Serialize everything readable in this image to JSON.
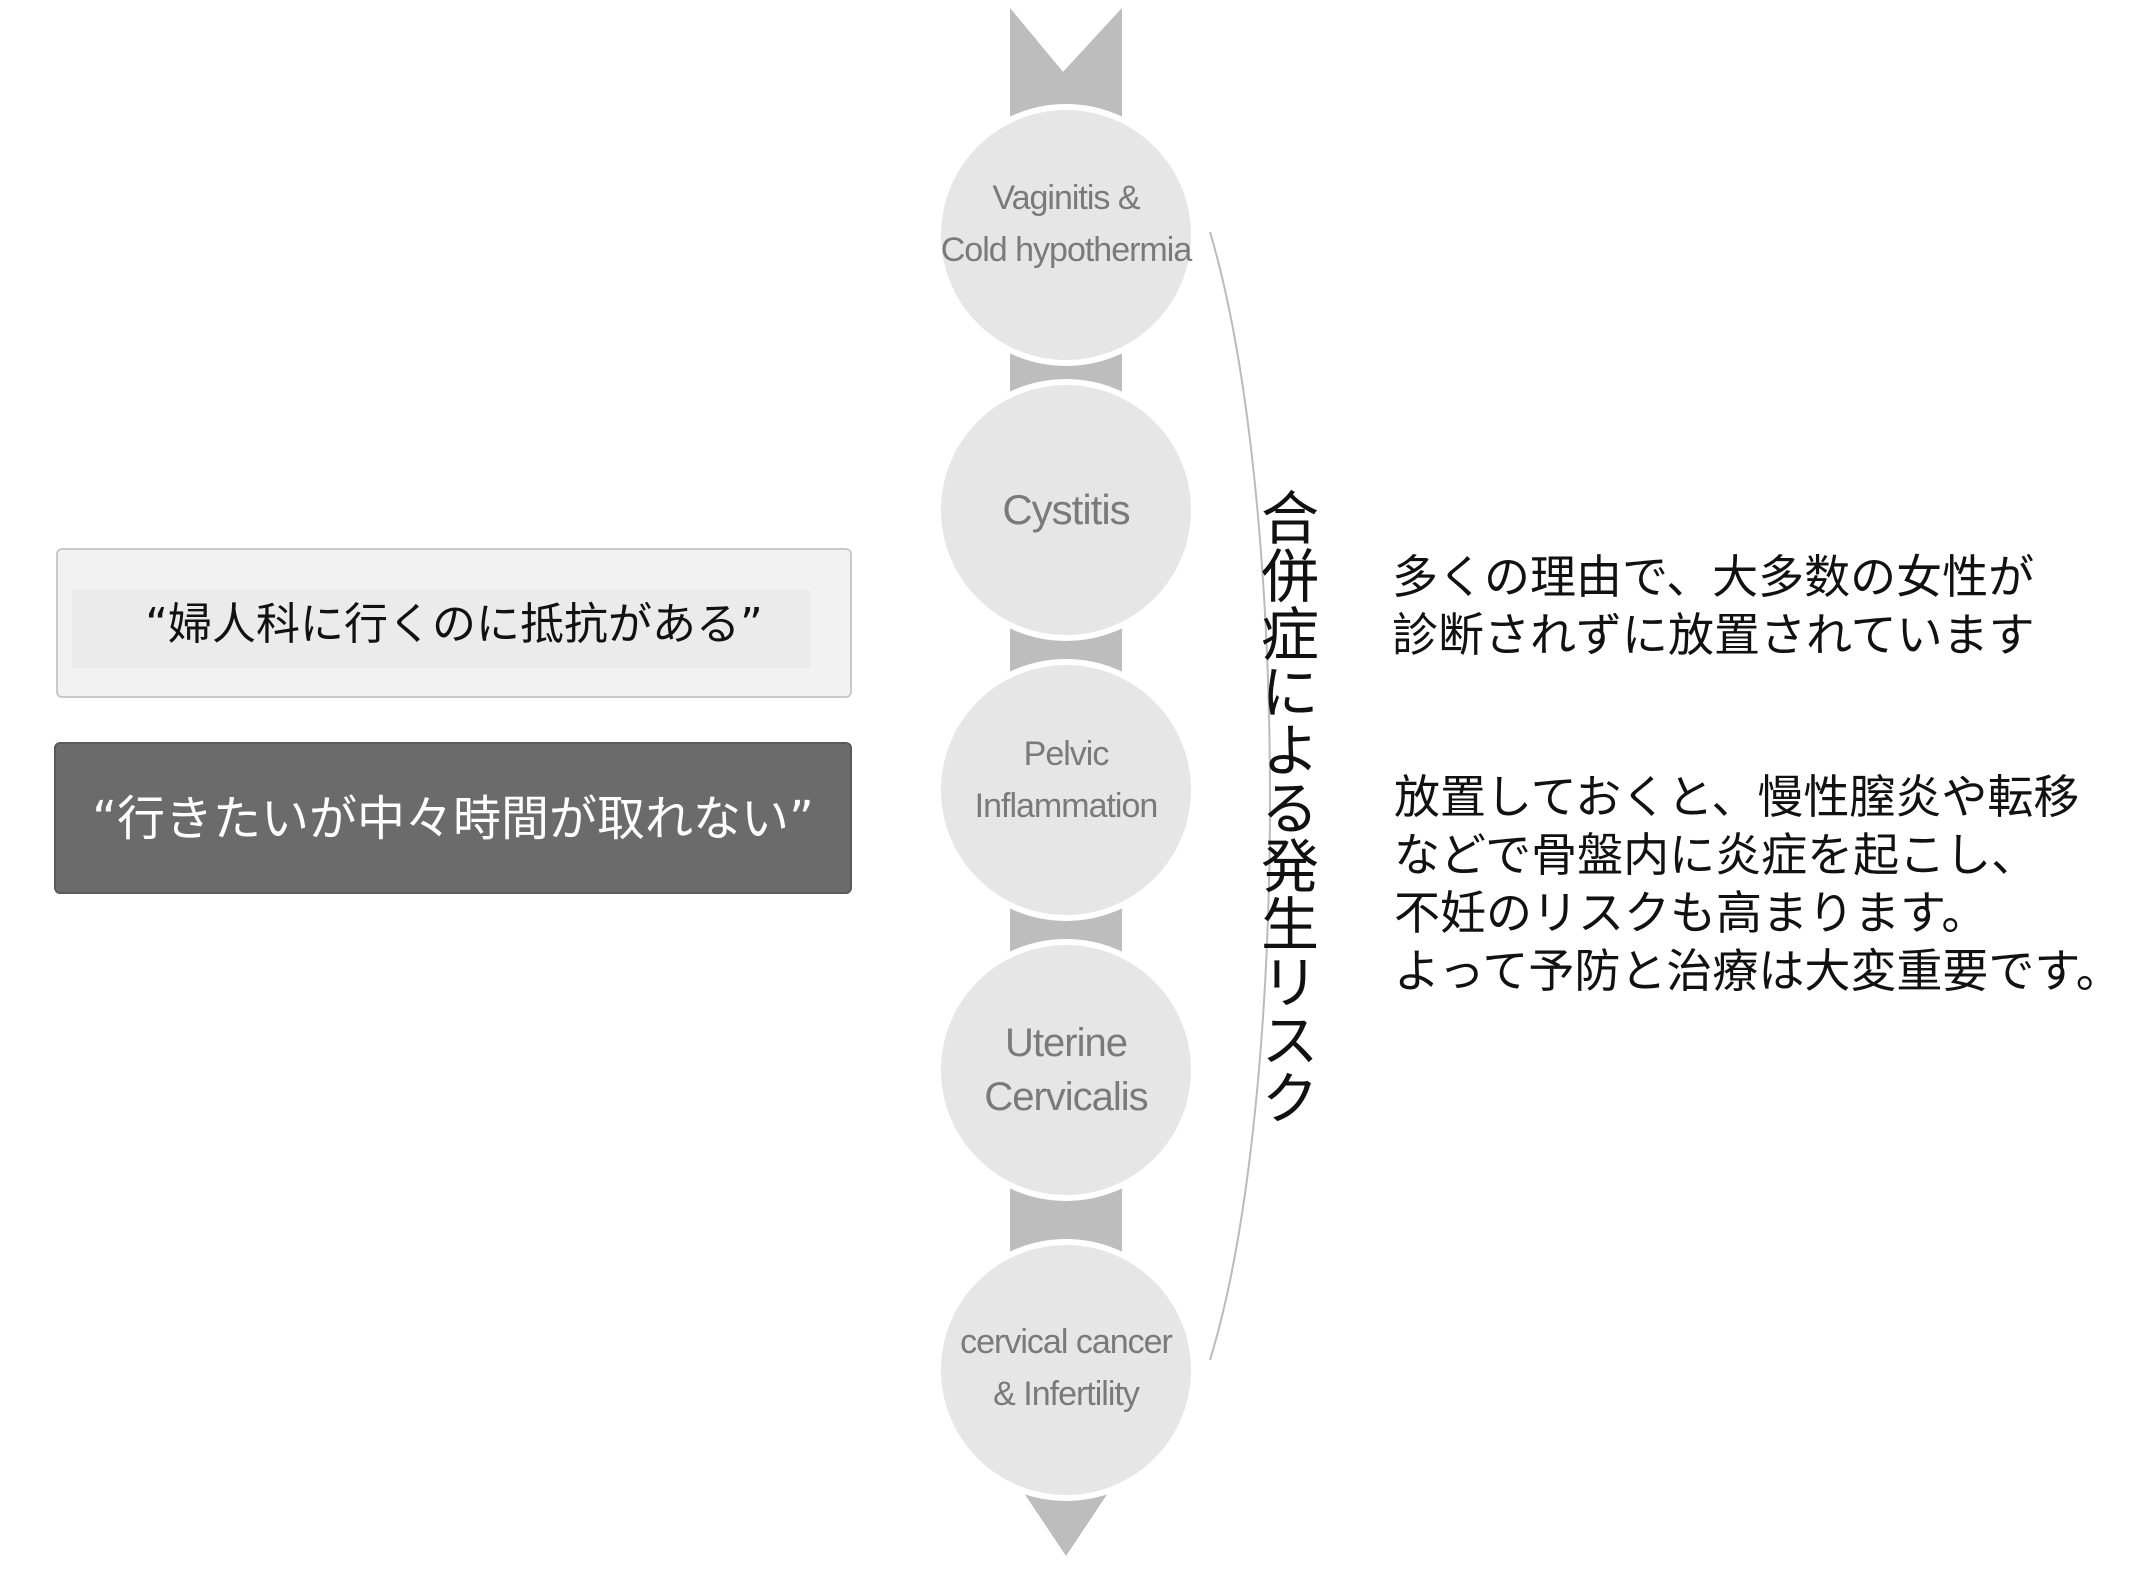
{
  "quotes": [
    {
      "text": "“婦人科に行くのに抵抗がある”",
      "style": "light"
    },
    {
      "text": "“行きたいが中々時間が取れない”",
      "style": "dark"
    }
  ],
  "stages": [
    {
      "lines": [
        "Vaginitis &",
        "Cold hypothermia"
      ]
    },
    {
      "lines": [
        "Cystitis"
      ]
    },
    {
      "lines": [
        "Pelvic",
        "Inflammation"
      ]
    },
    {
      "lines": [
        "Uterine",
        "Cervicalis"
      ]
    },
    {
      "lines": [
        "cervical cancer",
        "& Infertility"
      ]
    }
  ],
  "vertical_label": "合併症による発生リスク",
  "right_text": {
    "paragraph1": [
      "多くの理由で、大多数の女性が",
      "診断されずに放置されています"
    ],
    "paragraph2": [
      "放置しておくと、慢性膣炎や転移",
      "などで骨盤内に炎症を起こし、",
      "不妊のリスクも高まります。",
      "よって予防と治療は大変重要です。"
    ]
  },
  "colors": {
    "arrow": "#bdbdbd",
    "circle_fill": "#e6e6e6",
    "circle_stroke": "#ffffff",
    "stage_text": "#7a7a7a",
    "dark_box": "#6b6b6b",
    "light_box": "#f2f2f2"
  }
}
